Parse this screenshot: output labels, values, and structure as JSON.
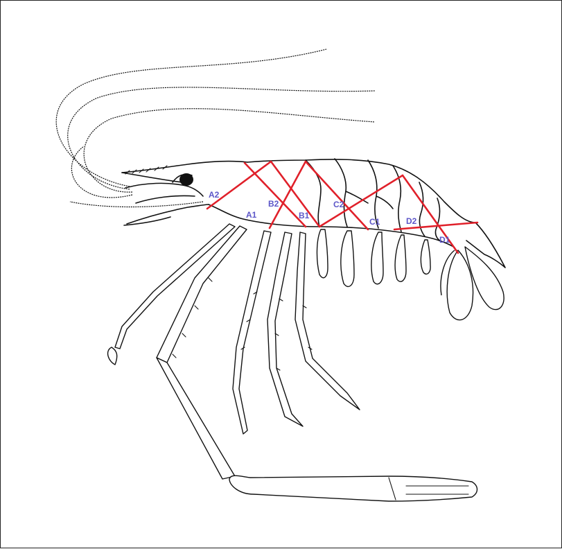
{
  "labels": {
    "A1": "A1",
    "A2": "A2",
    "B1": "B1",
    "B2": "B2",
    "C1": "C1",
    "C2": "C2",
    "D1": "D1",
    "D2": "D2"
  },
  "colors": {
    "measurement_lines": "#e0202a",
    "labels": "#5c56c8",
    "outline": "#111111"
  }
}
